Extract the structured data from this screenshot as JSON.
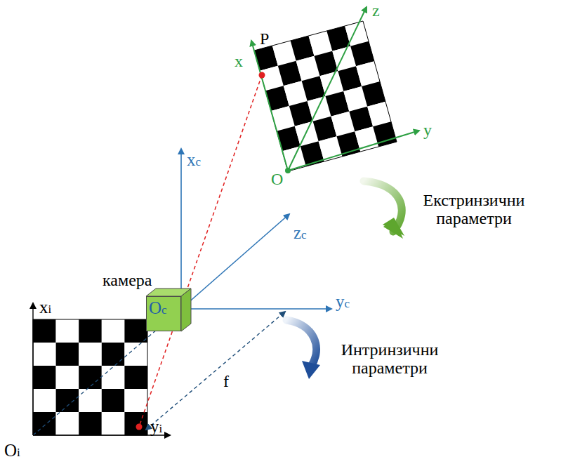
{
  "diagram": {
    "nodes": [
      {
        "text": [
          "Oc"
        ]
      }
    ],
    "labels": [
      "P",
      "x",
      "z",
      "y",
      "O",
      "xc",
      "yc",
      "zc",
      "камера",
      "Екстринзични параметри",
      "Интринзични параметри",
      "f",
      "xi",
      "yi",
      "Oi"
    ]
  }
}
